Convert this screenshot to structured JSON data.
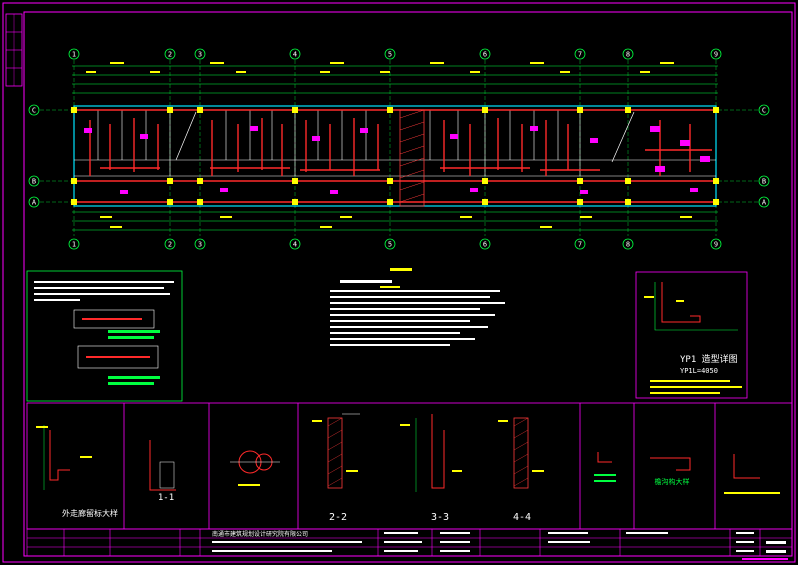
{
  "colors": {
    "background": "#000000",
    "frame": "#ff00ff",
    "wall": "#ff2a2a",
    "axis_bubble": "#00ff40",
    "dimension": "#00ff40",
    "text": "#ffffff",
    "yellow": "#ffff00",
    "cyan": "#00e5ff",
    "hatch": "#ff3a3a"
  },
  "plan": {
    "grid_numbers_top": [
      "1",
      "2",
      "3",
      "4",
      "5",
      "6",
      "7",
      "8",
      "9"
    ],
    "grid_letters_left": [
      "C",
      "B",
      "A"
    ],
    "grid_letters_right": [
      "C",
      "B",
      "A"
    ]
  },
  "notes_right": {
    "title": "YP1 造型详图",
    "subtitle": "YP1L=4050"
  },
  "section_labels": {
    "detail_1": "1-1",
    "detail_2": "2-2",
    "detail_3": "3-3",
    "detail_4": "4-4"
  },
  "detail_titles": {
    "outer_wall": "外走廊留标大样",
    "eave": "檐沟构大样"
  },
  "title_block": {
    "company": "南通市建筑规划设计研究院有限公司"
  }
}
